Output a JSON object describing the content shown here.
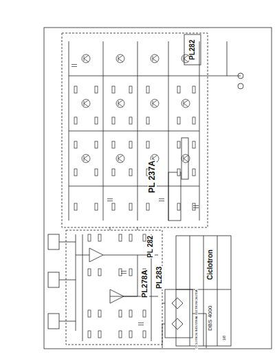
{
  "diagram": {
    "labels": [
      "PL282",
      "PL 237A",
      "PL 282",
      "PL278A",
      "PL283",
      "Ciclotron",
      "DBS 4000",
      "CICLOTRON INDUSTRIAL ELETRONICA LTDA.",
      "1/8"
    ]
  }
}
